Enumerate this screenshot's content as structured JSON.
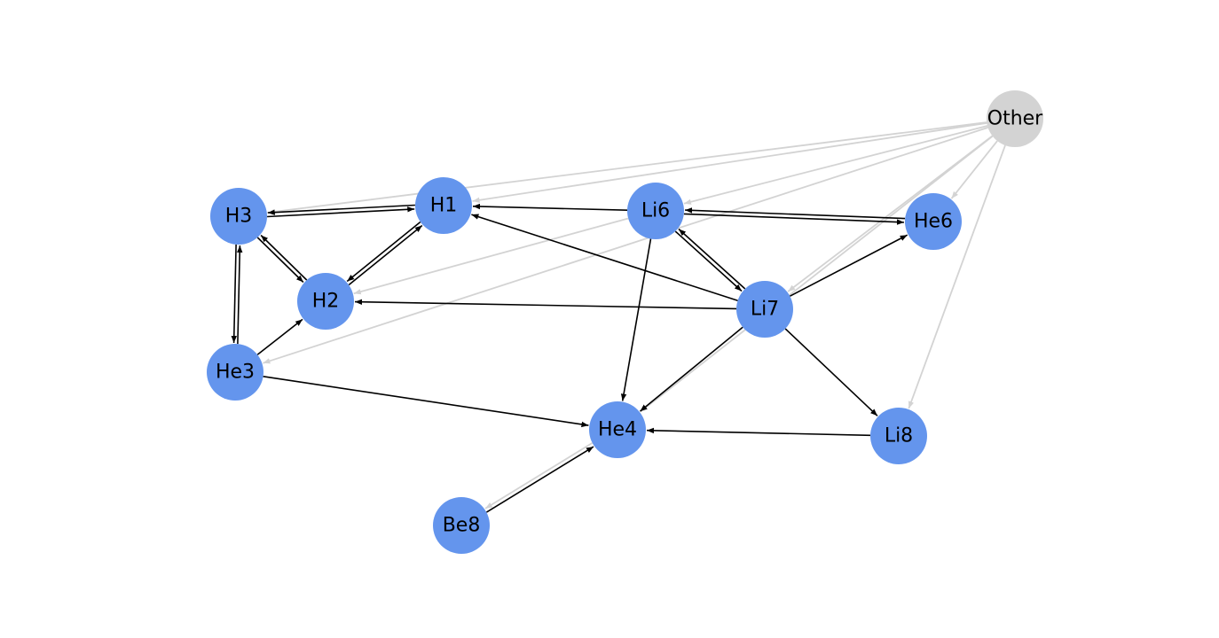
{
  "colors": {
    "node": "#6495ed",
    "other_node": "#d3d3d3",
    "edge": "#000000",
    "other_edge": "#d3d3d3",
    "background": "#ffffff"
  },
  "nodes": [
    {
      "id": "H1",
      "label": "H1",
      "kind": "primary"
    },
    {
      "id": "H2",
      "label": "H2",
      "kind": "primary"
    },
    {
      "id": "H3",
      "label": "H3",
      "kind": "primary"
    },
    {
      "id": "He3",
      "label": "He3",
      "kind": "primary"
    },
    {
      "id": "He4",
      "label": "He4",
      "kind": "primary"
    },
    {
      "id": "He6",
      "label": "He6",
      "kind": "primary"
    },
    {
      "id": "Li6",
      "label": "Li6",
      "kind": "primary"
    },
    {
      "id": "Li7",
      "label": "Li7",
      "kind": "primary"
    },
    {
      "id": "Li8",
      "label": "Li8",
      "kind": "primary"
    },
    {
      "id": "Be8",
      "label": "Be8",
      "kind": "primary"
    },
    {
      "id": "Other",
      "label": "Other",
      "kind": "other"
    }
  ],
  "edges": [
    {
      "from": "H3",
      "to": "H1",
      "kind": "main"
    },
    {
      "from": "H1",
      "to": "H3",
      "kind": "main"
    },
    {
      "from": "H3",
      "to": "H2",
      "kind": "main"
    },
    {
      "from": "H2",
      "to": "H3",
      "kind": "main"
    },
    {
      "from": "H3",
      "to": "He3",
      "kind": "main"
    },
    {
      "from": "He3",
      "to": "H3",
      "kind": "main"
    },
    {
      "from": "He3",
      "to": "H2",
      "kind": "main"
    },
    {
      "from": "He3",
      "to": "He4",
      "kind": "main"
    },
    {
      "from": "H1",
      "to": "H2",
      "kind": "main"
    },
    {
      "from": "H2",
      "to": "H1",
      "kind": "main"
    },
    {
      "from": "Li6",
      "to": "H1",
      "kind": "main"
    },
    {
      "from": "Li6",
      "to": "He6",
      "kind": "main"
    },
    {
      "from": "He6",
      "to": "Li6",
      "kind": "main"
    },
    {
      "from": "Li6",
      "to": "Li7",
      "kind": "main"
    },
    {
      "from": "Li7",
      "to": "Li6",
      "kind": "main"
    },
    {
      "from": "Li6",
      "to": "He4",
      "kind": "main"
    },
    {
      "from": "Li7",
      "to": "H1",
      "kind": "main"
    },
    {
      "from": "Li7",
      "to": "H2",
      "kind": "main"
    },
    {
      "from": "Li7",
      "to": "He6",
      "kind": "main"
    },
    {
      "from": "Li7",
      "to": "Li8",
      "kind": "main"
    },
    {
      "from": "Li7",
      "to": "He4",
      "kind": "main"
    },
    {
      "from": "Li8",
      "to": "He4",
      "kind": "main"
    },
    {
      "from": "Be8",
      "to": "He4",
      "kind": "main"
    },
    {
      "from": "Other",
      "to": "H3",
      "kind": "other"
    },
    {
      "from": "Other",
      "to": "H1",
      "kind": "other"
    },
    {
      "from": "Other",
      "to": "Li6",
      "kind": "other"
    },
    {
      "from": "Other",
      "to": "He6",
      "kind": "other"
    },
    {
      "from": "Other",
      "to": "He3",
      "kind": "other"
    },
    {
      "from": "Other",
      "to": "Li8",
      "kind": "other"
    },
    {
      "from": "Other",
      "to": "Li7",
      "kind": "other"
    },
    {
      "from": "Other",
      "to": "He4",
      "kind": "other"
    },
    {
      "from": "Li6",
      "to": "H2",
      "kind": "other"
    },
    {
      "from": "He4",
      "to": "Be8",
      "kind": "other"
    }
  ]
}
